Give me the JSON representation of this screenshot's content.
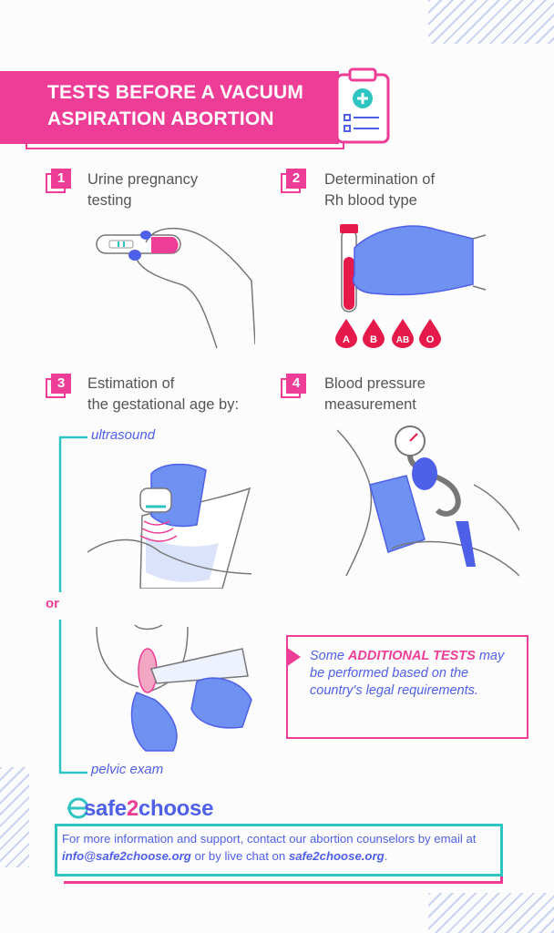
{
  "title": {
    "line1": "TESTS BEFORE A VACUUM",
    "line2": "ASPIRATION ABORTION"
  },
  "steps": [
    {
      "number": "1",
      "text": "Urine pregnancy\ntesting"
    },
    {
      "number": "2",
      "text": "Determination of\nRh blood type"
    },
    {
      "number": "3",
      "text": "Estimation of\nthe gestational age by:"
    },
    {
      "number": "4",
      "text": "Blood pressure\nmeasurement"
    }
  ],
  "blood_types": [
    "A",
    "B",
    "AB",
    "O"
  ],
  "gestational_methods": {
    "ultrasound": "ultrasound",
    "or": "or",
    "pelvic_exam": "pelvic exam"
  },
  "note": {
    "prefix": "Some ",
    "highlight": "ADDITIONAL TESTS",
    "suffix": " may be performed based on the country's legal requirements."
  },
  "footer": {
    "logo_part1": "safe",
    "logo_part2": "2",
    "logo_part3": "choose",
    "text_before_email": "For more information and support, contact our abortion counselors by email at ",
    "email": "info@safe2choose.org",
    "text_middle": " or by live chat on ",
    "website": "safe2choose.org",
    "text_end": "."
  },
  "colors": {
    "accent_pink": "#ee3d96",
    "accent_blue": "#4e5fe8",
    "accent_teal": "#2ec4c1",
    "glove_blue": "#6f92f2",
    "blood_red": "#e6194b"
  },
  "icons": [
    "clipboard-medical-icon",
    "pregnancy-test-icon",
    "blood-tube-icon",
    "ultrasound-icon",
    "blood-pressure-icon",
    "pelvic-exam-icon"
  ]
}
